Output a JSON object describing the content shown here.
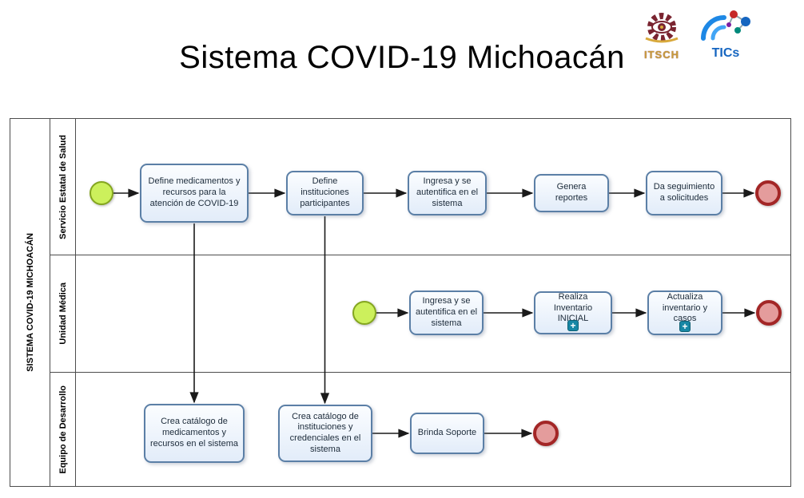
{
  "title": "Sistema COVID-19 Michoacán",
  "logos": {
    "itsch": "ITSCH",
    "tics": "TICs"
  },
  "icons": {
    "subprocess_plus": "+"
  },
  "colors": {
    "task_fill": "#e2ecf9",
    "task_border": "#5b7fa6",
    "start_event_fill": "#ccf05c",
    "start_event_border": "#84a61f",
    "end_event_fill": "#e49c9c",
    "end_event_border": "#a32626",
    "itsch_gold": "#c79b3b",
    "itsch_maroon": "#7a2430",
    "tics_blue": "#1565c0"
  },
  "pool": {
    "label": "SISTEMA COVID-19 MICHOACÁN",
    "lanes": [
      {
        "label": "Servicio Estatal de Salud",
        "tasks": [
          "Define medicamentos y recursos para la atención de COVID-19",
          "Define instituciones participantes",
          "Ingresa y se autentifica en el sistema",
          "Genera reportes",
          "Da seguimiento a solicitudes"
        ]
      },
      {
        "label": "Unidad Médica",
        "tasks": [
          "Ingresa y se autentifica en el sistema",
          "Realiza Inventario INICIAL",
          "Actualiza inventario y casos"
        ]
      },
      {
        "label": "Equipo de Desarrollo",
        "tasks": [
          "Crea catálogo de medicamentos y recursos en el sistema",
          "Crea catálogo de instituciones y credenciales en el sistema",
          "Brinda Soporte"
        ]
      }
    ]
  },
  "flows": [
    [
      "start-1",
      "t1"
    ],
    [
      "t1",
      "t2"
    ],
    [
      "t2",
      "t3"
    ],
    [
      "t3",
      "t4"
    ],
    [
      "t4",
      "t5"
    ],
    [
      "t5",
      "end-1"
    ],
    [
      "t1",
      "t9"
    ],
    [
      "t2",
      "t10"
    ],
    [
      "start-2",
      "t6"
    ],
    [
      "t6",
      "t7"
    ],
    [
      "t7",
      "t8"
    ],
    [
      "t8",
      "end-2"
    ],
    [
      "t10",
      "t11"
    ],
    [
      "t11",
      "end-3"
    ]
  ]
}
